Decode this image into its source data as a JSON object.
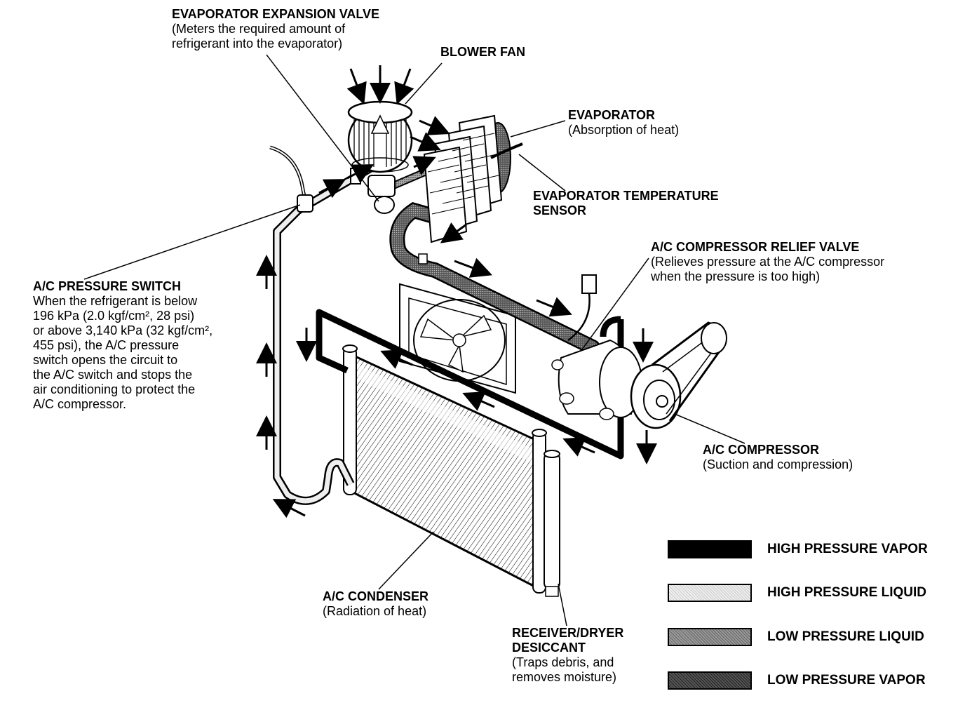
{
  "labels": {
    "expansion_valve": {
      "title": "EVAPORATOR EXPANSION VALVE",
      "desc": [
        "(Meters the required amount of",
        "refrigerant into the evaporator)"
      ]
    },
    "blower_fan": {
      "title": "BLOWER FAN"
    },
    "evaporator": {
      "title": "EVAPORATOR",
      "desc": [
        "(Absorption of heat)"
      ]
    },
    "temp_sensor": {
      "title": [
        "EVAPORATOR TEMPERATURE",
        "SENSOR"
      ]
    },
    "relief_valve": {
      "title": "A/C COMPRESSOR RELIEF VALVE",
      "desc": [
        "(Relieves pressure at the A/C compressor",
        "when the pressure is too high)"
      ]
    },
    "pressure_switch": {
      "title": "A/C PRESSURE SWITCH",
      "desc": [
        "When the refrigerant is below",
        "196 kPa (2.0 kgf/cm², 28 psi)",
        "or above 3,140 kPa (32 kgf/cm²,",
        "455 psi), the A/C pressure",
        "switch opens the circuit to",
        "the A/C switch and stops the",
        "air conditioning to protect the",
        "A/C compressor."
      ]
    },
    "compressor": {
      "title": "A/C COMPRESSOR",
      "desc": [
        "(Suction and compression)"
      ]
    },
    "condenser": {
      "title": "A/C CONDENSER",
      "desc": [
        "(Radiation of heat)"
      ]
    },
    "receiver_dryer": {
      "title": [
        "RECEIVER/DRYER",
        "DESICCANT"
      ],
      "desc": [
        "(Traps debris, and",
        "removes moisture)"
      ]
    }
  },
  "legend": [
    {
      "label": "HIGH PRESSURE VAPOR",
      "color": "#000000"
    },
    {
      "label": "HIGH PRESSURE LIQUID",
      "color": "#e4e4e4"
    },
    {
      "label": "LOW PRESSURE LIQUID",
      "color": "#8a8a8a"
    },
    {
      "label": "LOW PRESSURE VAPOR",
      "color": "#444444"
    }
  ]
}
